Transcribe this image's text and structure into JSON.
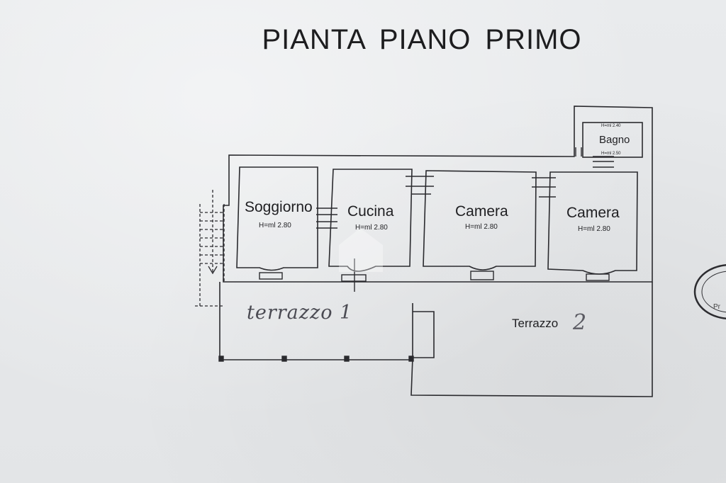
{
  "title": "PIANTA  PIANO  PRIMO",
  "rooms": [
    {
      "name": "Soggiorno",
      "height": "H=ml 2.80"
    },
    {
      "name": "Cucina",
      "height": "H=ml 2.80"
    },
    {
      "name": "Camera",
      "height": "H=ml 2.80"
    },
    {
      "name": "Camera",
      "height": "H=ml 2.80"
    }
  ],
  "bagno": {
    "name": "Bagno",
    "height_top": "H=ml 2.40",
    "height_bottom": "H=ml 2.50"
  },
  "terrazzo1": {
    "label": "terrazzo 1"
  },
  "terrazzo2": {
    "label": "Terrazzo",
    "number": "2"
  },
  "stamp": {
    "text": "Pr"
  }
}
